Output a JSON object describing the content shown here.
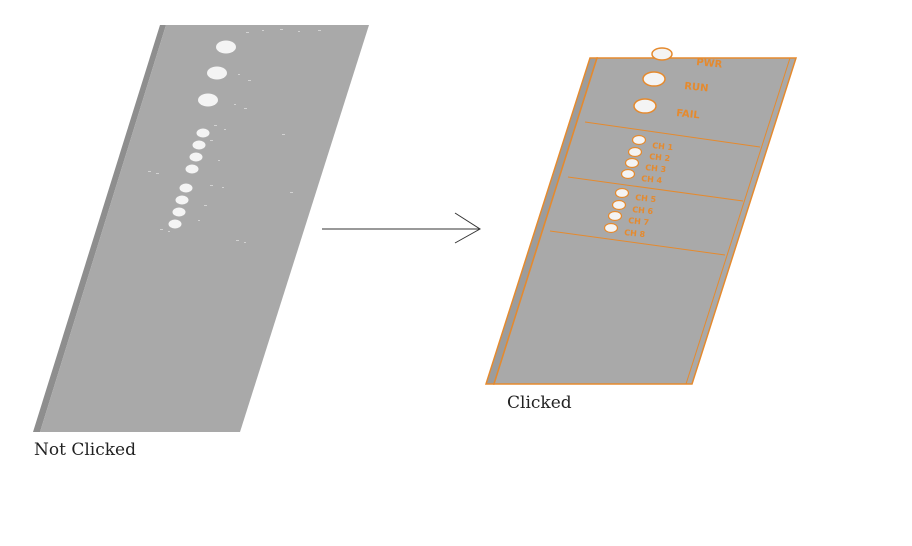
{
  "captions": {
    "not_clicked": "Not Clicked",
    "clicked": "Clicked"
  },
  "panel_labels": {
    "pwr": "PWR",
    "run": "RUN",
    "fail": "FAIL",
    "channels": [
      "CH 1",
      "CH 2",
      "CH 3",
      "CH 4",
      "CH 5",
      "CH 6",
      "CH 7",
      "CH 8"
    ]
  },
  "colors": {
    "panel_face": "#a9a9a9",
    "panel_edge": "#8e8e8e",
    "highlight": "#e58a2e",
    "led_hole": "#f4f4f4",
    "arrow": "#333333",
    "background": "#ffffff"
  }
}
